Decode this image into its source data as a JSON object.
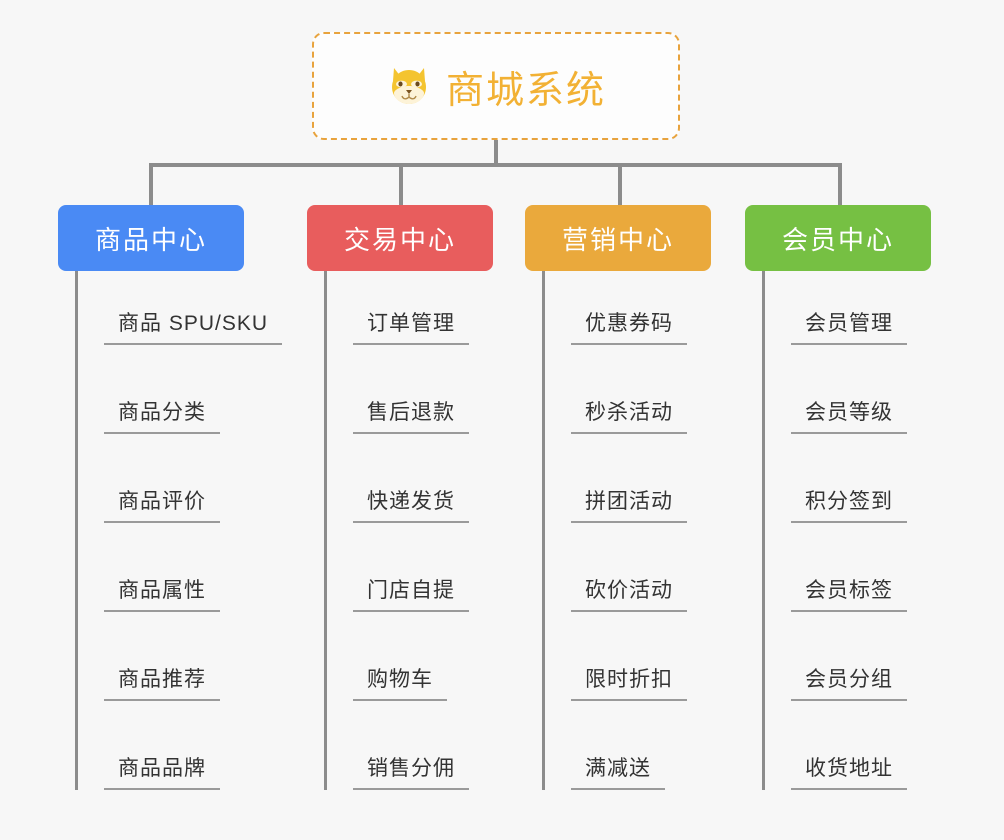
{
  "root": {
    "title": "商城系统",
    "icon": "dog-face-icon",
    "icon_glyph": "🐶",
    "border_color": "#e8a33d",
    "text_color": "#f2b134"
  },
  "connector_color": "#8c8c8c",
  "background_color": "#f7f7f7",
  "columns": [
    {
      "label": "商品中心",
      "color": "#4a8af4",
      "items": [
        "商品 SPU/SKU",
        "商品分类",
        "商品评价",
        "商品属性",
        "商品推荐",
        "商品品牌"
      ]
    },
    {
      "label": "交易中心",
      "color": "#e85d5d",
      "items": [
        "订单管理",
        "售后退款",
        "快递发货",
        "门店自提",
        "购物车",
        "销售分佣"
      ]
    },
    {
      "label": "营销中心",
      "color": "#eaa93c",
      "items": [
        "优惠券码",
        "秒杀活动",
        "拼团活动",
        "砍价活动",
        "限时折扣",
        "满减送"
      ]
    },
    {
      "label": "会员中心",
      "color": "#76c043",
      "items": [
        "会员管理",
        "会员等级",
        "积分签到",
        "会员标签",
        "会员分组",
        "收货地址"
      ]
    }
  ]
}
